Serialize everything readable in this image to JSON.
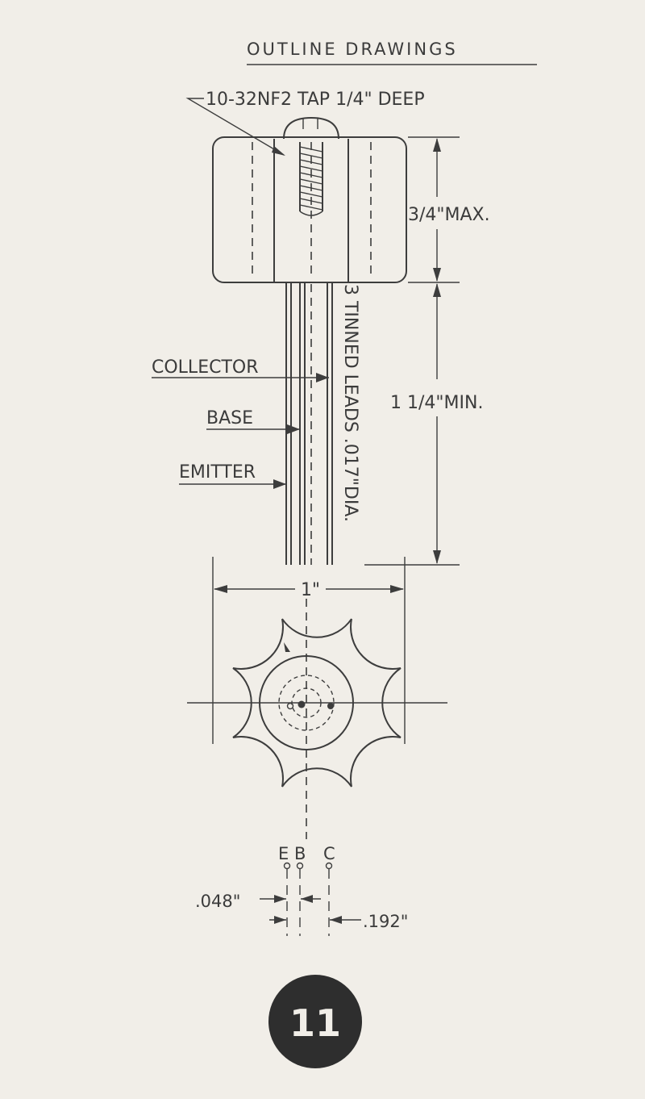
{
  "page": {
    "heading": "OUTLINE DRAWINGS",
    "page_number": "11"
  },
  "drawing": {
    "tap_note": "10-32NF2 TAP 1/4\" DEEP",
    "height_note": "3/4\"MAX.",
    "lead_length_note": "1 1/4\"MIN.",
    "leads_note": "3 TINNED LEADS .017\"DIA.",
    "collector_label": "COLLECTOR",
    "base_label": "BASE",
    "emitter_label": "EMITTER",
    "width_note": "1\"",
    "pin_e": "E",
    "pin_b": "B",
    "pin_c": "C",
    "spacing_small": ".048\"",
    "spacing_large": ".192\""
  },
  "colors": {
    "paper": "#f1eee8",
    "ink": "#3d3d3d",
    "badge": "#2e2e2e"
  }
}
